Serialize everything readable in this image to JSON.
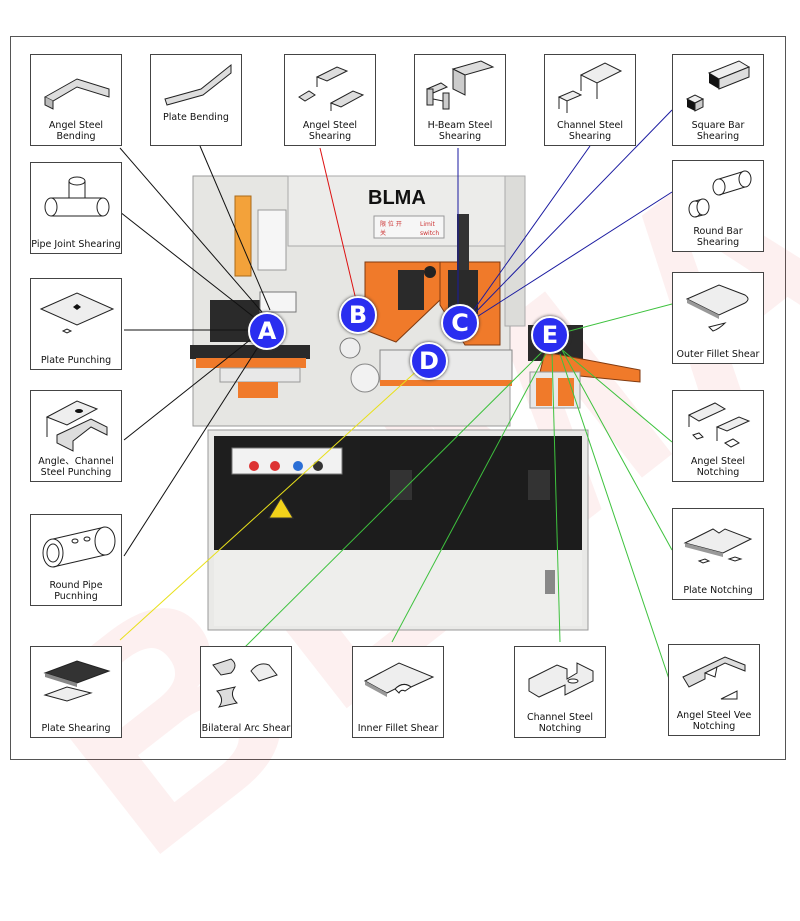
{
  "brand": {
    "logo_text": "BLMA",
    "watermark_text": "BLMA",
    "panel_label_line1": "Limit",
    "panel_label_line2": "switch"
  },
  "colors": {
    "marker": "#2a2ef0",
    "machine_body": "#e8e8e6",
    "accent_orange": "#f07a2a",
    "cabinet_black": "#1e1e1e"
  },
  "markers": [
    "A",
    "B",
    "C",
    "D",
    "E"
  ],
  "functions": {
    "angel_steel_bending": "Angel Steel Bending",
    "plate_bending": "Plate Bending",
    "angel_steel_shearing": "Angel Steel Shearing",
    "h_beam_steel_shearing": "H-Beam Steel Shearing",
    "channel_steel_shearing": "Channel Steel Shearing",
    "square_bar_shearing": "Square Bar Shearing",
    "round_bar_shearing": "Round Bar Shearing",
    "pipe_joint_shearing": "Pipe Joint Shearing",
    "plate_punching": "Plate Punching",
    "outer_fillet_shear": "Outer Fillet Shear",
    "angle_channel_steel_punching": "Angle、Channel Steel Punching",
    "angel_steel_notching": "Angel Steel Notching",
    "round_pipe_punching": "Round Pipe Pucnhing",
    "plate_notching": "Plate Notching",
    "plate_shearing": "Plate Shearing",
    "bilateral_arc_shear": "Bilateral Arc Shear",
    "inner_fillet_shear": "Inner Fillet Shear",
    "channel_steel_notching": "Channel Steel Notching",
    "angel_steel_vee_notching": "Angel Steel Vee Notching"
  }
}
